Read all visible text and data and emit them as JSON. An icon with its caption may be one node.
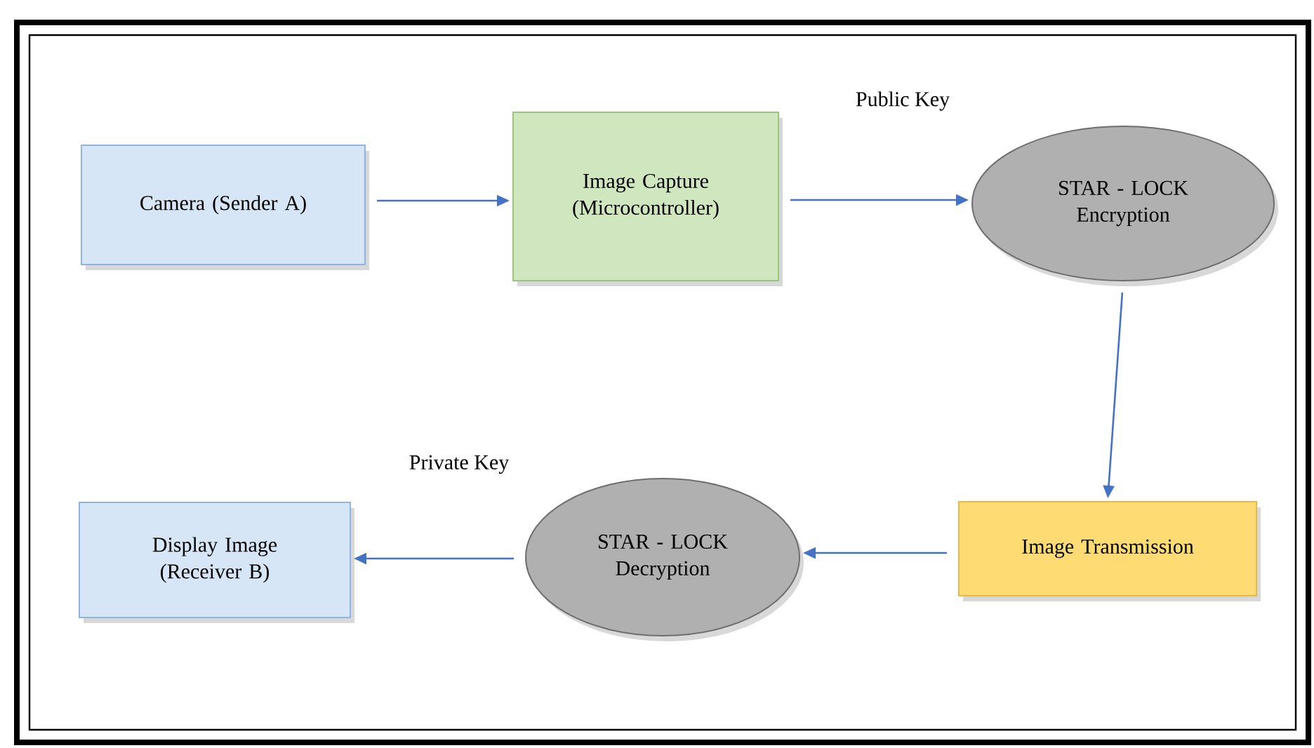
{
  "diagram": {
    "nodes": [
      {
        "text": [
          "Camera (Sender A)"
        ]
      },
      {
        "text": [
          "Image Capture (Microcontroller)"
        ]
      },
      {
        "text": [
          "STAR - LOCK Encryption"
        ]
      },
      {
        "text": [
          "Image Transmission"
        ]
      },
      {
        "text": [
          "STAR - LOCK Decryption"
        ]
      },
      {
        "text": [
          "Display Image (Receiver B)"
        ]
      }
    ],
    "edges": [
      {
        "from": 0,
        "to": 1,
        "arrow": "to"
      },
      {
        "from": 1,
        "to": 2,
        "arrow": "to"
      },
      {
        "from": 2,
        "to": 3,
        "arrow": "to"
      },
      {
        "from": 3,
        "to": 4,
        "arrow": "to"
      },
      {
        "from": 4,
        "to": 5,
        "arrow": "to"
      }
    ],
    "labels": [
      "Public Key",
      "Private Key"
    ]
  }
}
